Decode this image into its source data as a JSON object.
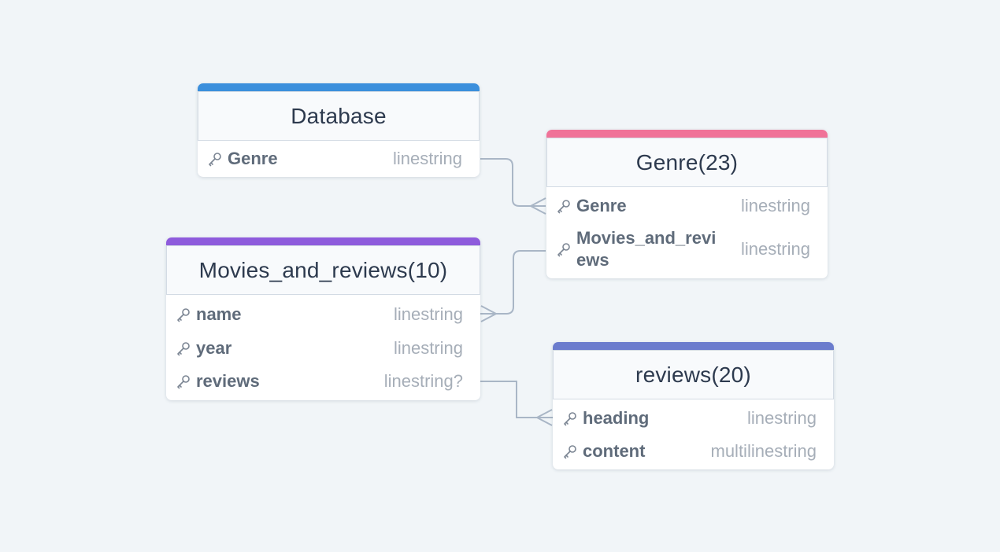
{
  "colors": {
    "database": "#3b8fdc",
    "genre": "#f07298",
    "movies": "#8e5bdc",
    "reviews": "#6b7ccd",
    "link": "#a9b6c6"
  },
  "tables": {
    "database": {
      "title": "Database",
      "fields": [
        {
          "name": "Genre",
          "type": "linestring"
        }
      ]
    },
    "genre": {
      "title": "Genre(23)",
      "fields": [
        {
          "name": "Genre",
          "type": "linestring"
        },
        {
          "name": "Movies_and_reviews",
          "display": "Movies_and_revi\news",
          "type": "linestring"
        }
      ]
    },
    "movies": {
      "title": "Movies_and_reviews(10)",
      "fields": [
        {
          "name": "name",
          "type": "linestring"
        },
        {
          "name": "year",
          "type": "linestring"
        },
        {
          "name": "reviews",
          "type": "linestring?"
        }
      ]
    },
    "reviews": {
      "title": "reviews(20)",
      "fields": [
        {
          "name": "heading",
          "type": "linestring"
        },
        {
          "name": "content",
          "type": "multilinestring"
        }
      ]
    }
  },
  "relations": [
    {
      "from": "database.Genre",
      "to": "genre.Genre",
      "cardinality": "one-to-many"
    },
    {
      "from": "genre.Movies_and_reviews",
      "to": "movies.name",
      "cardinality": "one-to-many"
    },
    {
      "from": "movies.reviews",
      "to": "reviews.heading",
      "cardinality": "one-to-many"
    }
  ]
}
